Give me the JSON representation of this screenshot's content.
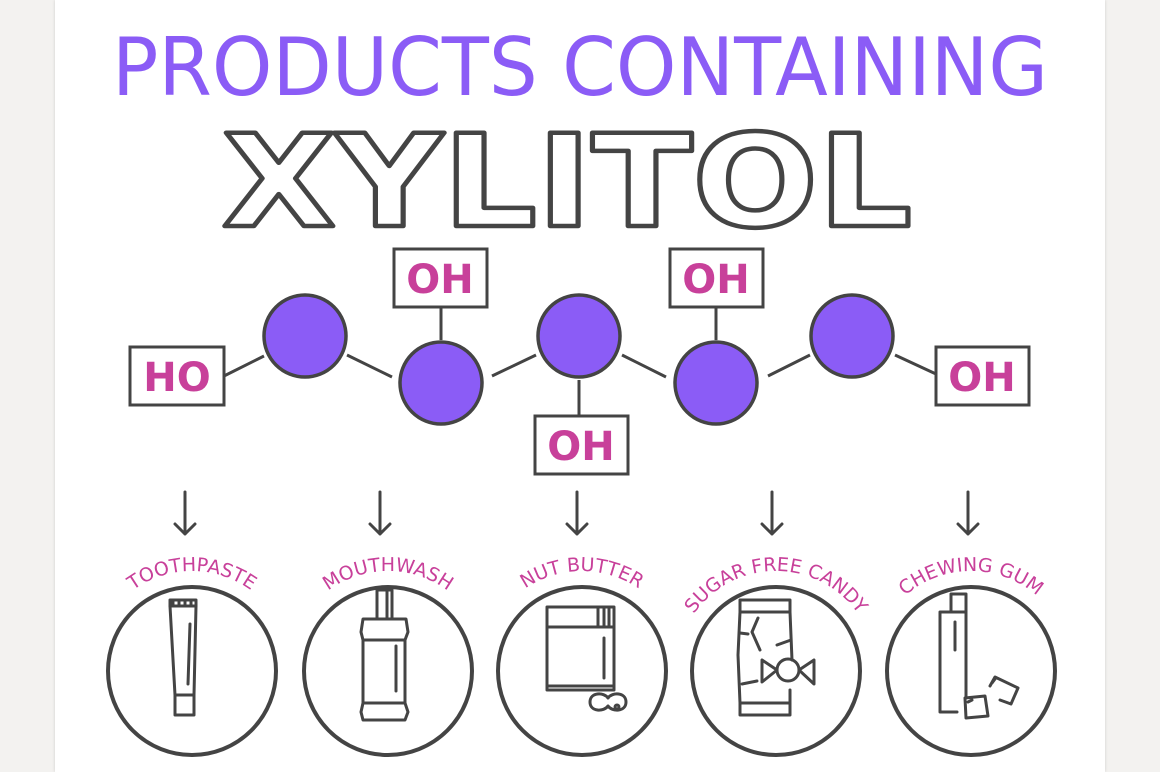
{
  "title_line1": "PRODUCTS CONTAINING",
  "title_line2": "XYLITOL",
  "molecule": {
    "groups": [
      "HO",
      "OH",
      "OH",
      "OH",
      "OH"
    ]
  },
  "products": [
    {
      "label": "TOOTHPASTE",
      "icon": "toothpaste-tube-icon"
    },
    {
      "label": "MOUTHWASH",
      "icon": "mouthwash-bottle-icon"
    },
    {
      "label": "NUT BUTTER",
      "icon": "nut-butter-jar-icon"
    },
    {
      "label": "SUGAR FREE CANDY",
      "icon": "candy-bag-icon"
    },
    {
      "label": "CHEWING GUM",
      "icon": "chewing-gum-icon"
    }
  ],
  "colors": {
    "accent_purple": "#8b5cf6",
    "accent_magenta": "#c8409a",
    "outline": "#444444"
  }
}
